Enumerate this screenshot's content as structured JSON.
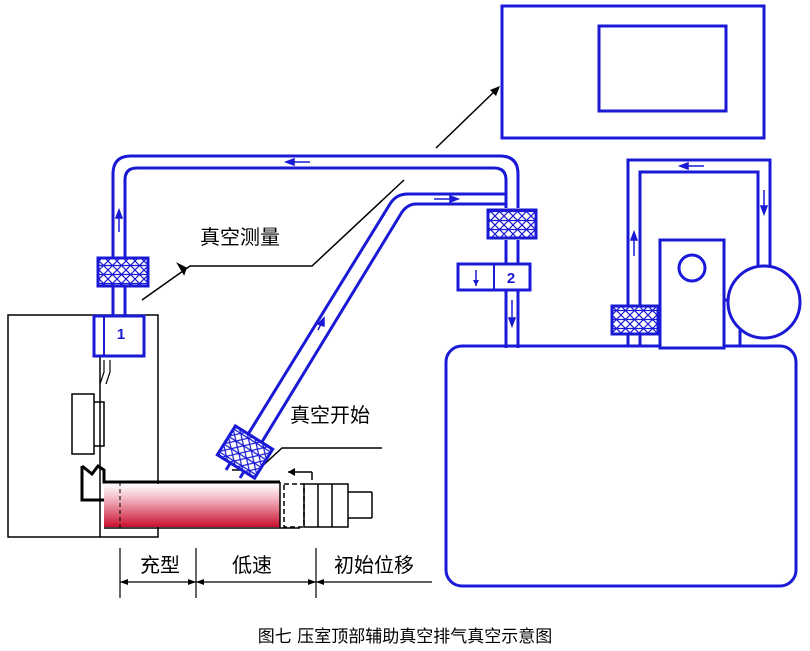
{
  "caption": "图七 压室顶部辅助真空排气真空示意图",
  "labels": {
    "vacuum_measure": "真空测量",
    "vacuum_start": "真空开始",
    "filling": "充型",
    "low_speed": "低速",
    "initial_displacement": "初始位移"
  },
  "valves": {
    "valve_1": "1",
    "valve_2": "2"
  },
  "colors": {
    "line": "#1a1ad6",
    "shot": "#c8102e"
  }
}
